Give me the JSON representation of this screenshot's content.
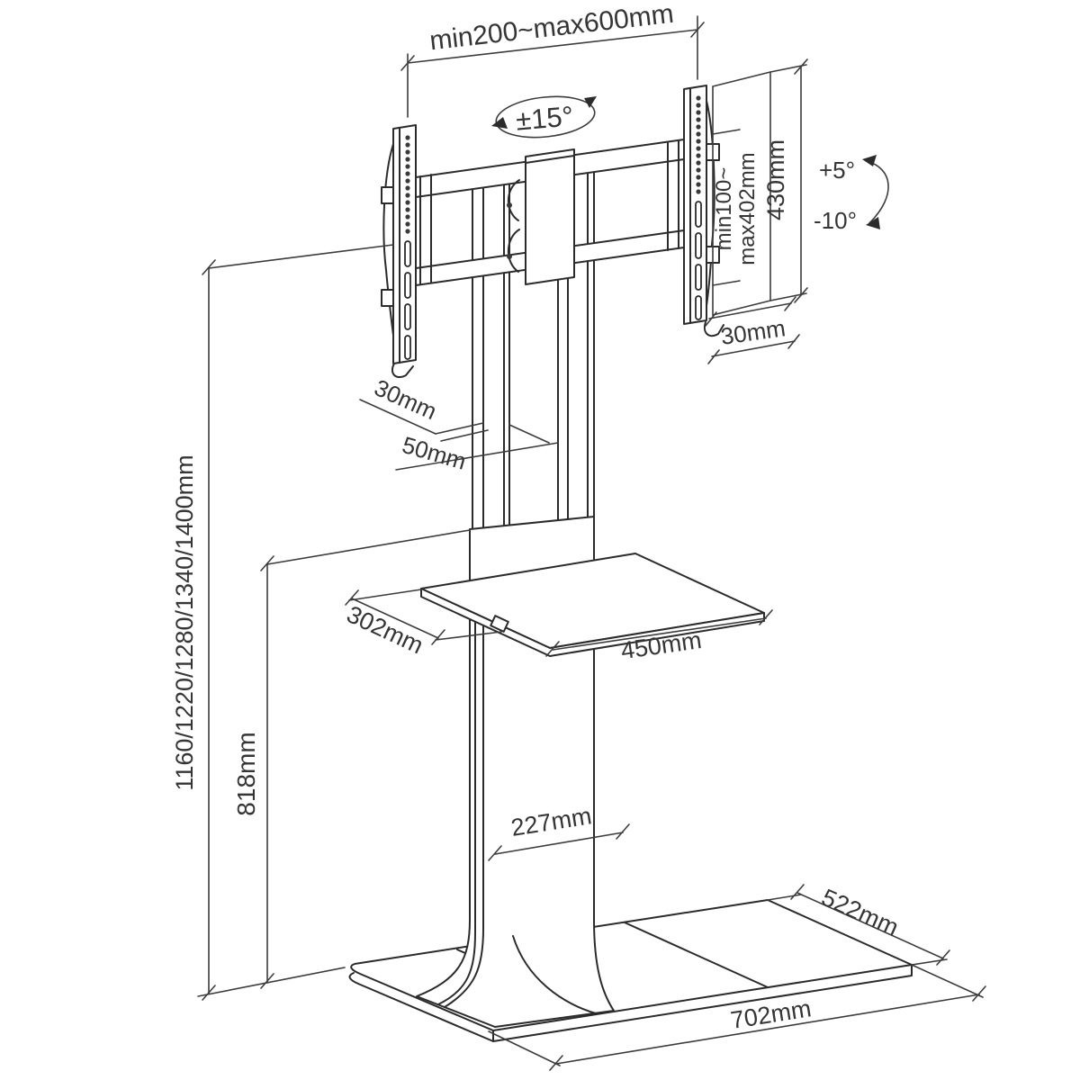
{
  "diagram": {
    "type": "technical-drawing",
    "subject": "TV floor stand with swivel mount, media shelf and base plate - dimensioned line drawing",
    "background": "#ffffff",
    "line_color": "#2b2b2b",
    "text_color": "#353535",
    "labels": {
      "mount_width_range": "min200~max600mm",
      "swivel_range": "±15°",
      "vesa_height_line1": "min100~",
      "vesa_height_line2": "max402mm",
      "bracket_height": "430mm",
      "bracket_depth": "30mm",
      "tube_depth": "30mm",
      "tube_width": "50mm",
      "shelf_depth": "302mm",
      "shelf_width": "450mm",
      "column_width": "227mm",
      "overall_heights": "1160/1220/1280/1340/1400mm",
      "shelf_height": "818mm",
      "tilt_up": "+5°",
      "tilt_down": "-10°",
      "base_depth": "522mm",
      "base_width": "702mm"
    }
  }
}
